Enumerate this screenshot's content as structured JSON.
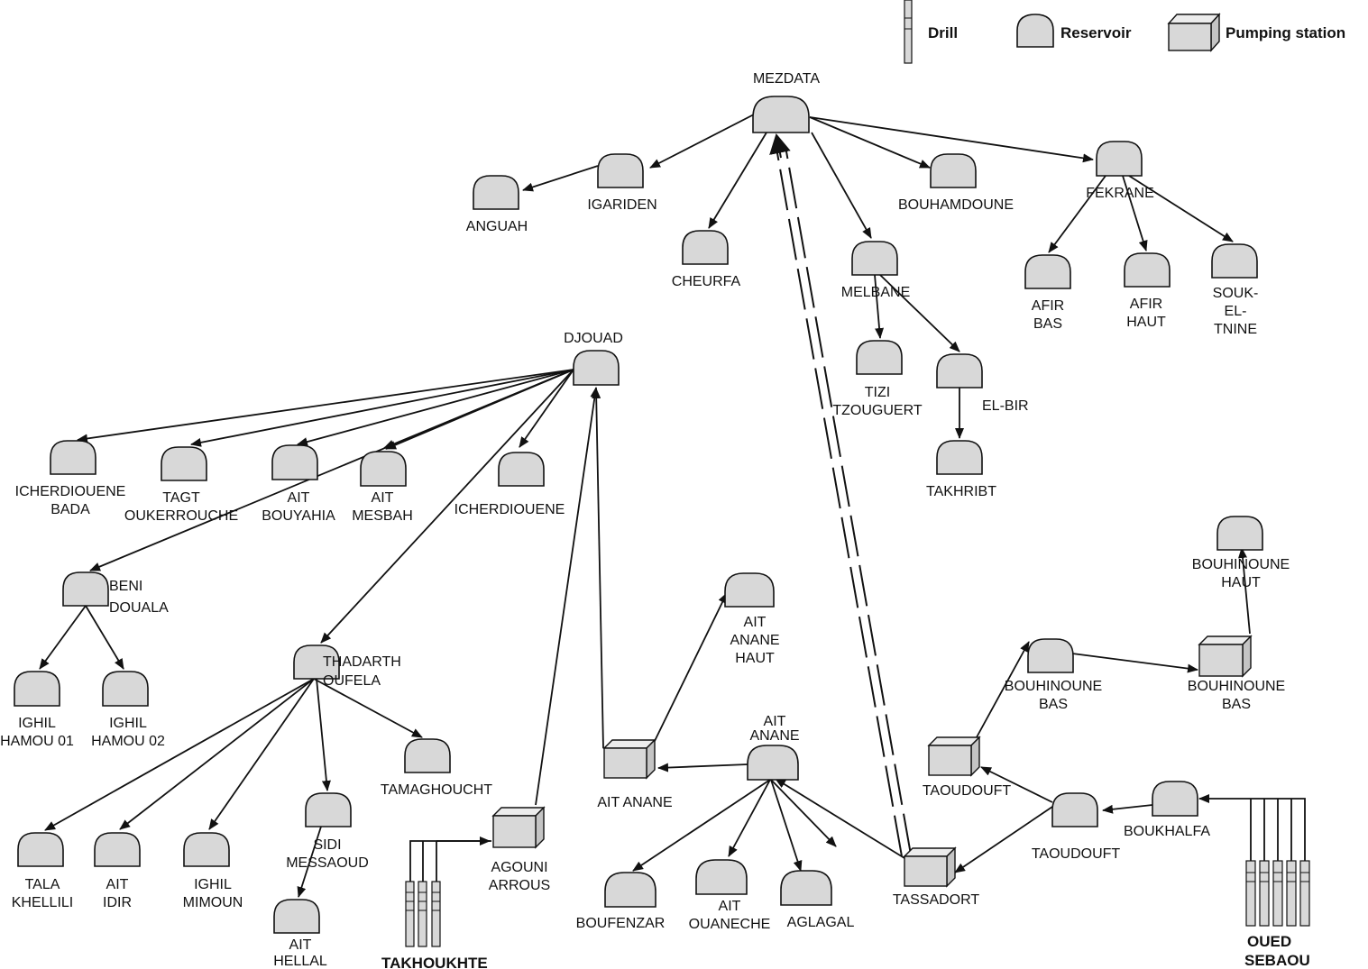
{
  "legend": {
    "drill": "Drill",
    "reservoir": "Reservoir",
    "pumping_station": "Pumping station"
  },
  "sources": {
    "takhoukhte": "TAKHOUKHTE",
    "oued_sebaou_line1": "OUED",
    "oued_sebaou_line2": "SEBAOU"
  },
  "nodes": {
    "mezdata": [
      "MEZDATA"
    ],
    "igariden": [
      "IGARIDEN"
    ],
    "anguah": [
      "ANGUAH"
    ],
    "cheurfa": [
      "CHEURFA"
    ],
    "bouhamdoune": [
      "BOUHAMDOUNE"
    ],
    "fekrane": [
      "FEKRANE"
    ],
    "melbane": [
      "MELBANE"
    ],
    "afir_bas": [
      "AFIR",
      "BAS"
    ],
    "afir_haut": [
      "AFIR",
      "HAUT"
    ],
    "souk_el_tnine": [
      "SOUK-",
      "EL-",
      "TNINE"
    ],
    "tizi_tzouguert": [
      "TIZI",
      "TZOUGUERT"
    ],
    "el_bir": [
      "EL-BIR"
    ],
    "takhribt": [
      "TAKHRIBT"
    ],
    "djouad": [
      "DJOUAD"
    ],
    "icherdiouene_bada": [
      "ICHERDIOUENE",
      "BADA"
    ],
    "tagt_oukerrouche": [
      "TAGT",
      "OUKERROUCHE"
    ],
    "ait_bouyahia": [
      "AIT",
      "BOUYAHIA"
    ],
    "ait_mesbah": [
      "AIT",
      "MESBAH"
    ],
    "icherdiouene": [
      "ICHERDIOUENE"
    ],
    "beni_douala": [
      "BENI",
      "DOUALA"
    ],
    "ighil_hamou_01": [
      "IGHIL",
      "HAMOU 01"
    ],
    "ighil_hamou_02": [
      "IGHIL",
      "HAMOU 02"
    ],
    "thadarth_oufela": [
      "THADARTH",
      "OUFELA"
    ],
    "tamaghoucht": [
      "TAMAGHOUCHT"
    ],
    "sidi_messaoud": [
      "SIDI",
      "MESSAOUD"
    ],
    "tala_khellili": [
      "TALA",
      "KHELLILI"
    ],
    "ait_idir": [
      "AIT",
      "IDIR"
    ],
    "ighil_mimoun": [
      "IGHIL",
      "MIMOUN"
    ],
    "ait_hellal": [
      "AIT",
      "HELLAL"
    ],
    "agouni_arrous": [
      "AGOUNI",
      "ARROUS"
    ],
    "ait_anane_haut": [
      "AIT",
      "ANANE",
      "HAUT"
    ],
    "ait_anane_ps": [
      "AIT ANANE"
    ],
    "ait_anane_res": [
      "AIT",
      "ANANE"
    ],
    "boufenzar": [
      "BOUFENZAR"
    ],
    "ait_ouaneche": [
      "AIT",
      "OUANECHE"
    ],
    "aglagal": [
      "AGLAGAL"
    ],
    "tassadort": [
      "TASSADORT"
    ],
    "taoudouft_ps": [
      "TAOUDOUFT"
    ],
    "taoudouft_res": [
      "TAOUDOUFT"
    ],
    "boukhalfa": [
      "BOUKHALFA"
    ],
    "bouhinoune_bas_res": [
      "BOUHINOUNE",
      "BAS"
    ],
    "bouhinoune_bas_ps": [
      "BOUHINOUNE",
      "BAS"
    ],
    "bouhinoune_haut": [
      "BOUHINOUNE",
      "HAUT"
    ]
  }
}
